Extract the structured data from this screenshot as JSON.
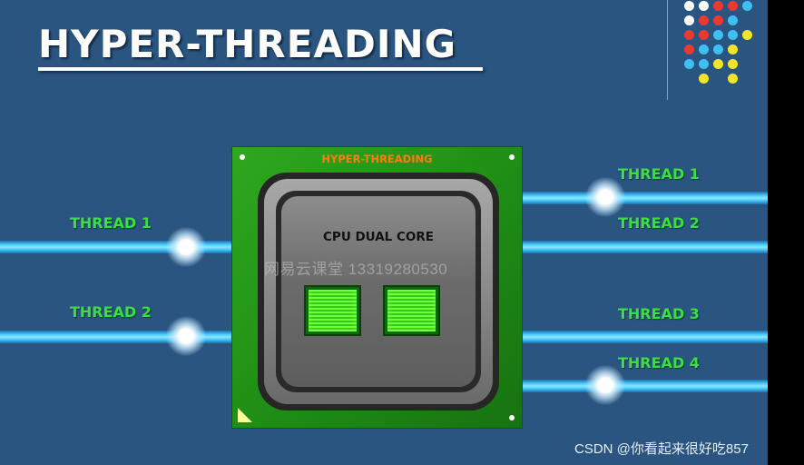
{
  "title": "HYPER-THREADING",
  "chip": {
    "label": "HYPER-THREADING",
    "cpu_label": "CPU DUAL CORE"
  },
  "threads": {
    "left": [
      "THREAD 1",
      "THREAD 2"
    ],
    "right": [
      "THREAD 1",
      "THREAD 2",
      "THREAD 3",
      "THREAD 4"
    ]
  },
  "watermark": "网易云课堂 13319280530",
  "credit": "CSDN @你看起来很好吃857",
  "colors": {
    "background": "#2a5580",
    "thread_label": "#38e040",
    "chip_green": "#1d8a14",
    "chip_label": "#ff7b10",
    "wire": "#45c9ff",
    "core": "#6dff3b"
  },
  "decor_dot_colors": [
    "#ffffff",
    "#e63b2e",
    "#3cc0f0",
    "#f5e62a"
  ]
}
